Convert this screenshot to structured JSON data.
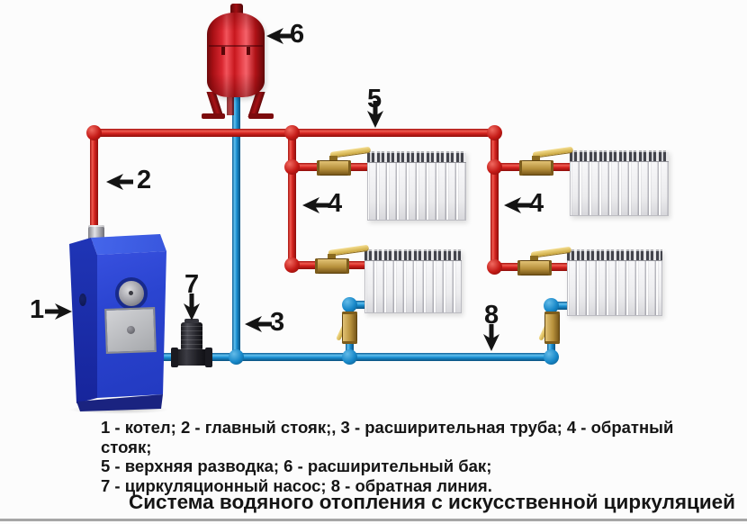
{
  "title": "Система водяного отопления с искусственной циркуляцией",
  "legend": {
    "lines": [
      "1 - котел; 2 - главный стояк;, 3 - расширительная труба; 4 - обратный стояк;",
      "5 - верхняя разводка; 6 - расширительный бак;",
      "7 - циркуляционный насос; 8 - обратная линия."
    ]
  },
  "labels": {
    "boiler": "1",
    "main_riser": "2",
    "expansion_pipe": "3",
    "return_riser_left": "4",
    "return_riser_right": "4",
    "upper_distribution": "5",
    "expansion_tank": "6",
    "circulation_pump": "7",
    "return_line": "8"
  },
  "colors": {
    "supply_red": "#d42420",
    "return_blue": "#1b8fd2",
    "boiler_blue": "#2a44d0",
    "tank_red": "#c8171e",
    "valve_brass": "#b8913c",
    "pump_dark": "#26262c",
    "label_text": "#141414",
    "background": "#fcfcfc"
  }
}
